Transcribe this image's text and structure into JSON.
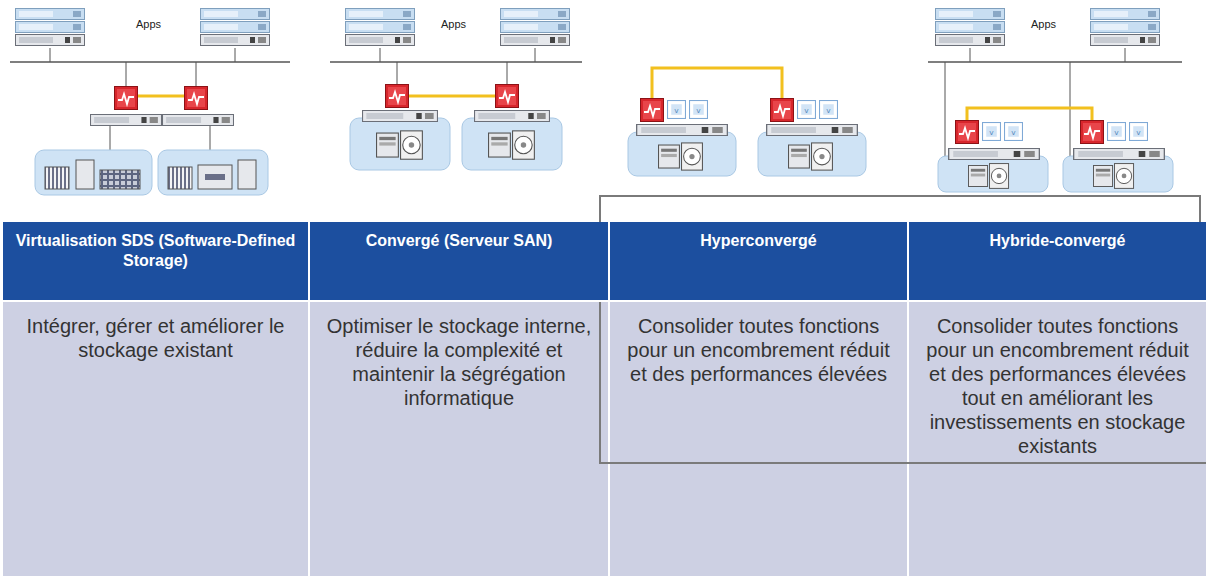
{
  "diagram": {
    "nodes": [
      {
        "text": [
          "Virtualisation SDS (Software-Defined Storage)"
        ]
      },
      {
        "text": [
          "Convergé (Serveur SAN)"
        ]
      },
      {
        "text": [
          "Hyperconvergé"
        ]
      },
      {
        "text": [
          "Hybride-convergé"
        ]
      },
      {
        "text": [
          "Intégrer, gérer et améliorer le stockage existant"
        ]
      },
      {
        "text": [
          "Optimiser le stockage interne, réduire la complexité et maintenir la ségrégation informatique"
        ]
      },
      {
        "text": [
          "Consolider toutes fonctions pour un encombrement réduit et des performances élevées"
        ]
      },
      {
        "text": [
          "Consolider toutes fonctions pour un encombrement réduit et des performances élevées tout en améliorant les investissements en stockage existants"
        ]
      }
    ],
    "edges": [],
    "labels": [
      "Apps",
      "Apps",
      "Apps"
    ]
  }
}
